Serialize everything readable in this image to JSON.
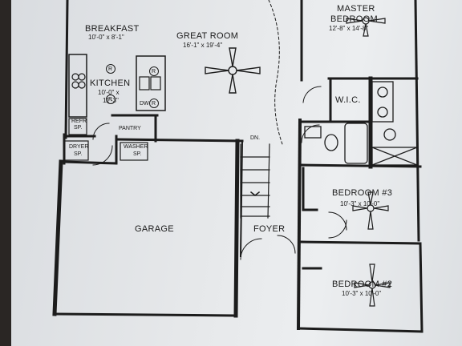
{
  "rooms": {
    "master_bedroom": {
      "name_line1": "MASTER",
      "name_line2": "BEDROOM",
      "dim": "12'-8\" x 14'-8\""
    },
    "great_room": {
      "name": "GREAT ROOM",
      "dim": "16'-1\" x 19'-4\""
    },
    "breakfast": {
      "name": "BREAKFAST",
      "dim": "10'-0\" x 8'-1\""
    },
    "kitchen": {
      "name": "KITCHEN",
      "dim_line1": "10'-0\" x",
      "dim_line2": "11'-3\""
    },
    "wic": {
      "name": "W.I.C."
    },
    "bedroom3": {
      "name": "BEDROOM #3",
      "dim": "10'-3\" x 10'-0\""
    },
    "bedroom2": {
      "name": "BEDROOM #2",
      "dim": "10'-3\" x 10'-0\""
    },
    "garage": {
      "name": "GARAGE"
    },
    "foyer": {
      "name": "FOYER"
    }
  },
  "fixtures": {
    "refr": {
      "line1": "REFR",
      "line2": "SP."
    },
    "pantry": "PANTRY",
    "dryer": {
      "line1": "DRYER",
      "line2": "SP."
    },
    "washer": {
      "line1": "WASHER",
      "line2": "SP."
    },
    "dw": "DW",
    "stair_dn": "DN.",
    "range_mark": "R"
  },
  "colors": {
    "wall": "#1c1c1c",
    "paper": "#e6e8ea",
    "backdrop": "#2a2624"
  }
}
